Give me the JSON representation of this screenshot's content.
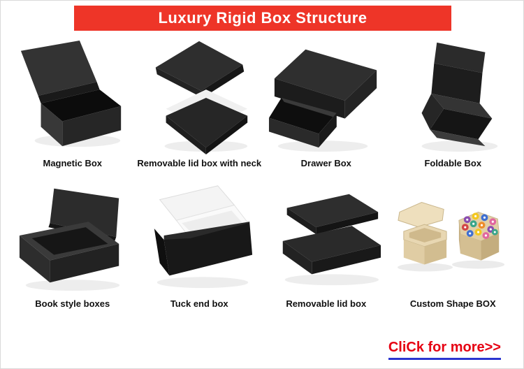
{
  "header": {
    "title": "Luxury Rigid Box Structure",
    "bg_color": "#ee3528",
    "text_color": "#ffffff"
  },
  "grid": {
    "items": [
      {
        "label": "Magnetic Box",
        "icon": "magnetic-box-image"
      },
      {
        "label": "Removable lid box with neck",
        "icon": "removable-lid-neck-box-image"
      },
      {
        "label": "Drawer Box",
        "icon": "drawer-box-image"
      },
      {
        "label": "Foldable Box",
        "icon": "foldable-box-image"
      },
      {
        "label": "Book style boxes",
        "icon": "book-style-box-image"
      },
      {
        "label": "Tuck end box",
        "icon": "tuck-end-box-image"
      },
      {
        "label": "Removable lid box",
        "icon": "removable-lid-box-image"
      },
      {
        "label": "Custom Shape BOX",
        "icon": "custom-shape-box-image"
      }
    ]
  },
  "footer": {
    "cta": "CliCk for more>>",
    "text_color": "#e60012",
    "underline_color": "#2b35cf"
  }
}
